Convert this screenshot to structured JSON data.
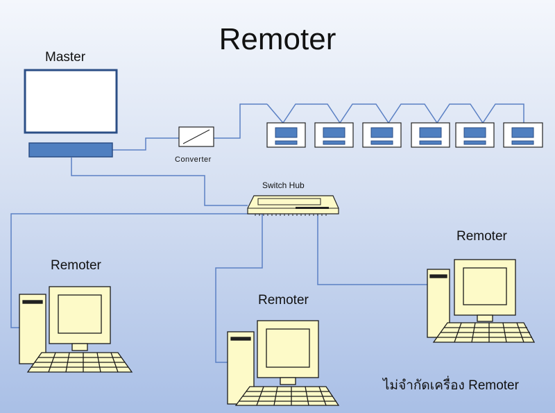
{
  "title": "Remoter",
  "labels": {
    "master": "Master",
    "converter": "Converter",
    "switch_hub": "Switch Hub",
    "remoter_left": "Remoter",
    "remoter_center": "Remoter",
    "remoter_right": "Remoter",
    "note": "ไม่จำกัดเครื่อง Remoter"
  },
  "colors": {
    "line": "#5b80c4",
    "device_blue": "#4f7fc0",
    "monitor_fill": "#fdfac8",
    "outline": "#1a1a1a"
  }
}
